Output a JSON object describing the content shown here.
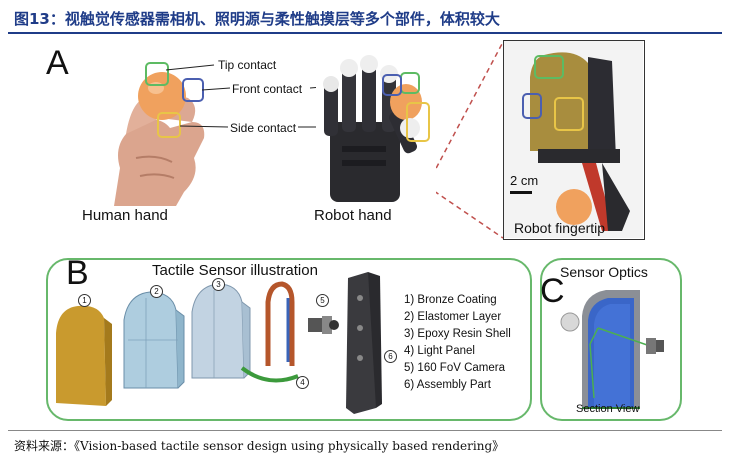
{
  "header": {
    "title": "图13：视触觉传感器需相机、照明源与柔性触摸层等多个部件，体积较大"
  },
  "panel_a": {
    "letter": "A",
    "labels": {
      "tip": "Tip contact",
      "front": "Front contact",
      "side": "Side contact"
    },
    "captions": {
      "human": "Human hand",
      "robot": "Robot hand",
      "fingertip": "Robot fingertip"
    },
    "scale": "2 cm"
  },
  "panel_b": {
    "letter": "B",
    "title": "Tactile Sensor illustration",
    "markers": [
      "1",
      "2",
      "3",
      "4",
      "5",
      "6"
    ],
    "legend": [
      "1) Bronze Coating",
      "2) Elastomer Layer",
      "3) Epoxy Resin Shell",
      "4) Light Panel",
      "5) 160 FoV Camera",
      "6) Assembly Part"
    ]
  },
  "panel_c": {
    "letter": "C",
    "title": "Sensor Optics",
    "caption": "Section View"
  },
  "footer": {
    "source": "资料来源：《Vision-based tactile sensor design using physically based rendering》"
  },
  "colors": {
    "title": "#1f3c88",
    "green": "#5dbb63",
    "blue": "#4b5fb0",
    "yellow": "#e8c547",
    "red_dash": "#c0504d"
  }
}
